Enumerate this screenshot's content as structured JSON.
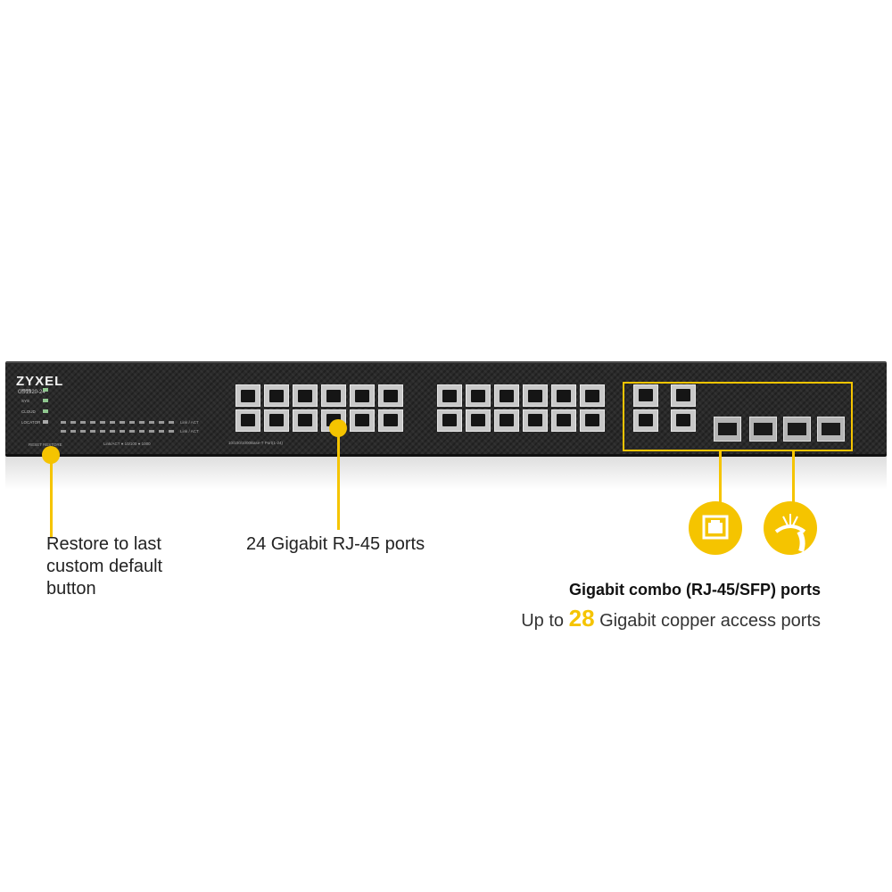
{
  "device": {
    "brand": "ZYXEL",
    "model": "GS1920-24",
    "system_leds": [
      "PWR",
      "SYS",
      "CLOUD",
      "LOCATOR"
    ],
    "led_legend_top": "Link / ACT",
    "led_legend_bottom": "Link / ACT",
    "reset_label": "RESET",
    "restore_label": "RESTORE",
    "led_speed_legend": "Link/ACT ● 10/100 ● 1000",
    "port_group_caption": "10/100/1000Base-T Port(1-24)",
    "colors": {
      "accent": "#f5c400",
      "chassis": "#2a2a2a"
    }
  },
  "callouts": {
    "restore": "Restore to last\ncustom default\nbutton",
    "rj45": "24 Gigabit RJ-45 ports",
    "combo_title": "Gigabit combo (RJ-45/SFP) ports",
    "combo_sub_prefix": "Up to",
    "combo_sub_number": "28",
    "combo_sub_suffix": "Gigabit copper access ports"
  },
  "icons": [
    "ethernet-port-icon",
    "fiber-optic-icon"
  ]
}
